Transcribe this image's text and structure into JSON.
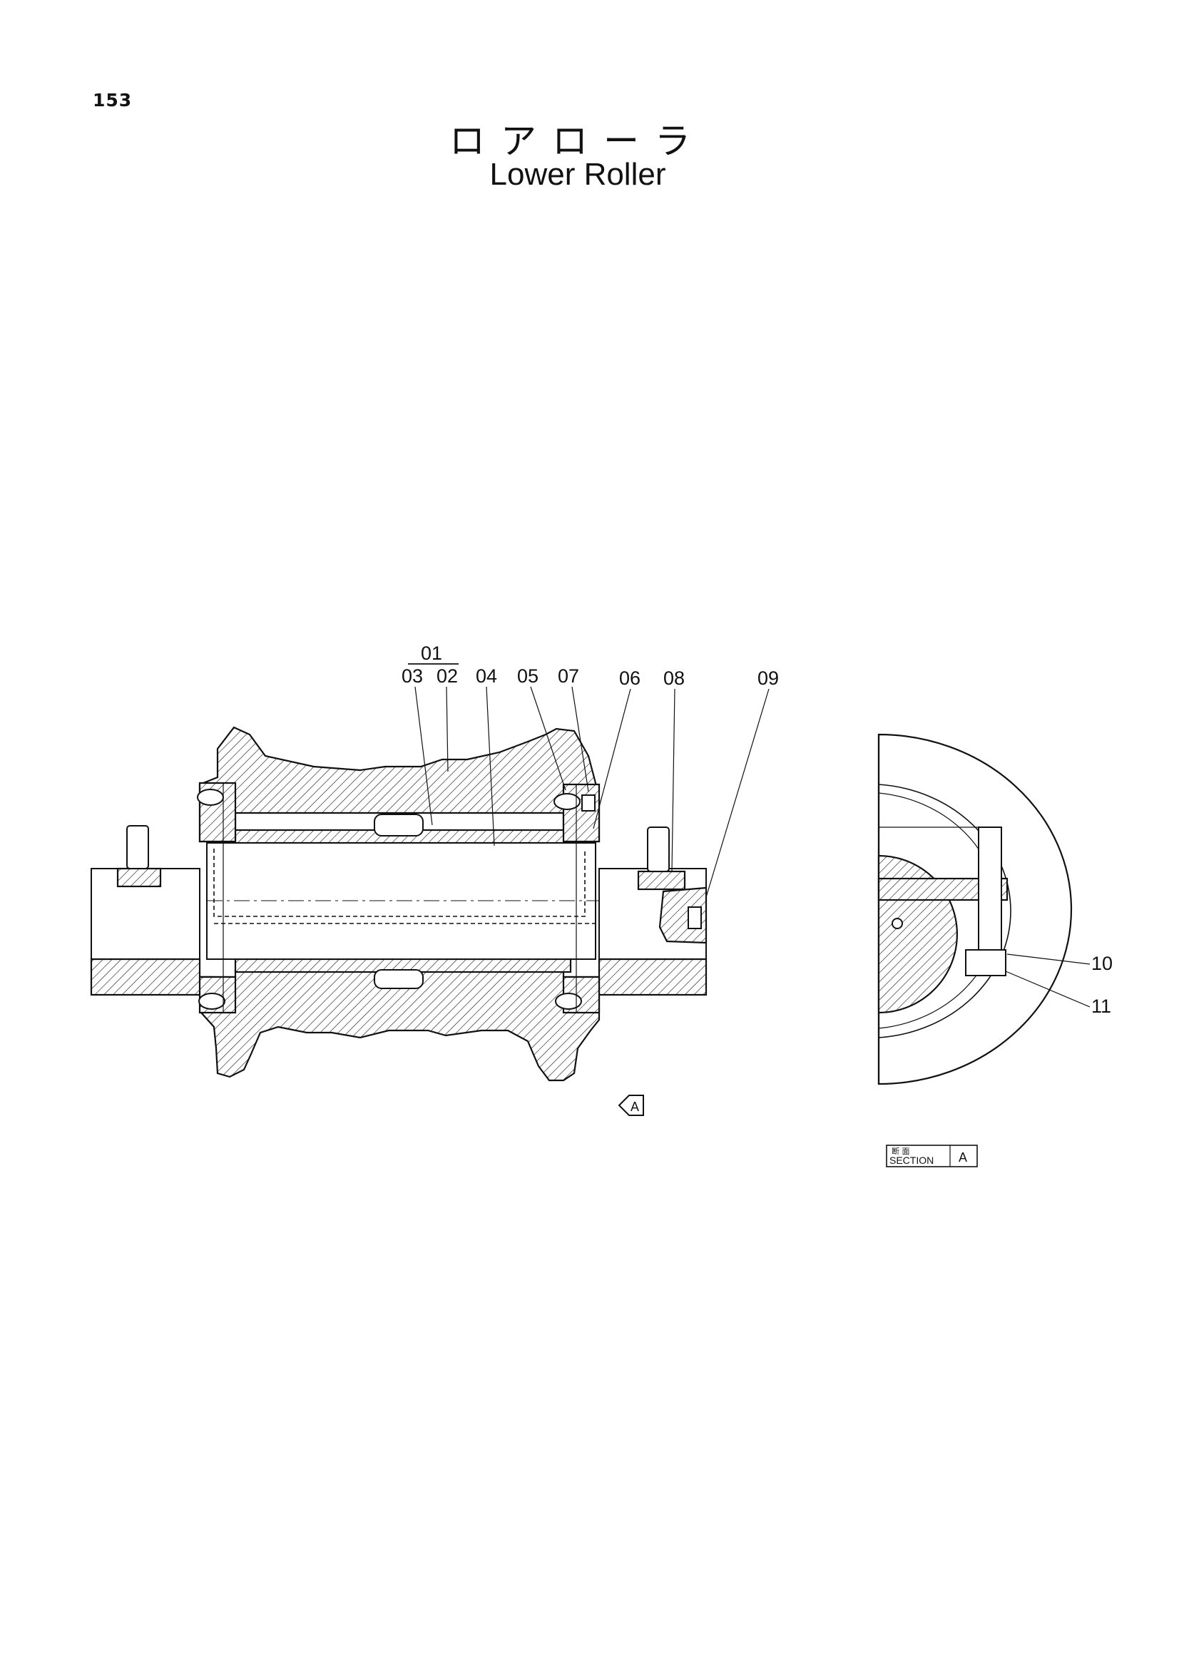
{
  "page": {
    "number": "153",
    "title_ja": "ロアローラ",
    "title_en": "Lower Roller"
  },
  "labels": {
    "assembly": "01",
    "callouts": [
      "03",
      "02",
      "04",
      "05",
      "07",
      "06",
      "08",
      "09"
    ],
    "section_callouts": [
      "10",
      "11"
    ]
  },
  "section_view": {
    "marker": "A",
    "tag_ja": "断 面",
    "tag_en": "SECTION",
    "tag_letter": "A"
  },
  "colors": {
    "ink": "#111111",
    "paper": "#ffffff"
  }
}
